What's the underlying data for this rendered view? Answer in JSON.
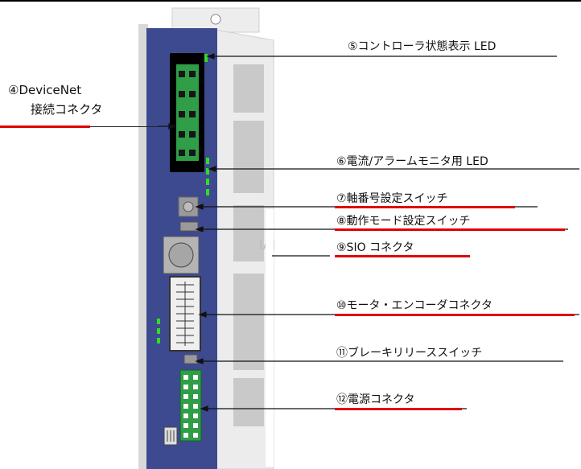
{
  "labels": {
    "controller_led": "⑤コントローラ状態表示 LED",
    "devicenet_line1": "④DeviceNet",
    "devicenet_line2": "接続コネクタ",
    "current_alarm_led": "⑥電流/アラームモニタ用 LED",
    "axis_switch": "⑦軸番号設定スイッチ",
    "mode_switch": "⑧動作モード設定スイッチ",
    "sio_connector": "⑨SIO コネクタ",
    "motor_encoder_connector": "⑩モータ・エンコーダコネクタ",
    "brake_release_switch": "⑪ブレーキリリーススイッチ",
    "power_connector": "⑫電源コネクタ"
  },
  "colors": {
    "panel": "#3e4a8f",
    "housing": "#e9e9e9",
    "connector": "#000000",
    "terminal": "#2f9e47",
    "led": "#33dd22",
    "underline": "#e00000"
  }
}
